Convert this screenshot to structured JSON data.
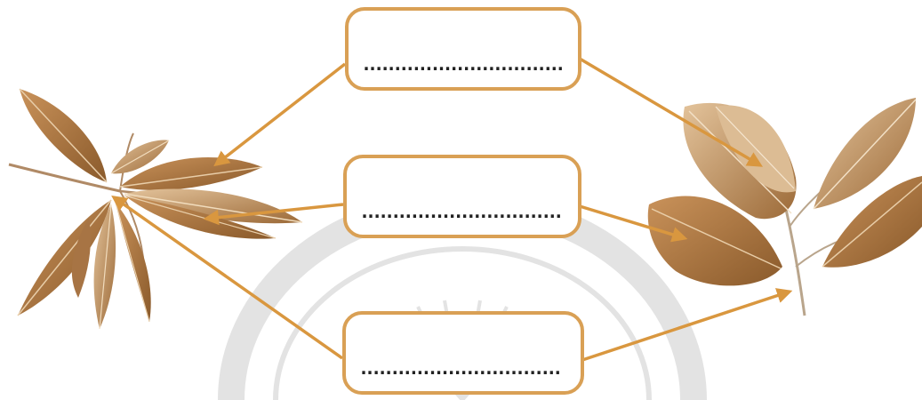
{
  "colors": {
    "box_border": "#d9a055",
    "arrow": "#d9973f",
    "leaf_dark": "#8a5a2b",
    "leaf_mid": "#b07a45",
    "leaf_light": "#d8b48a",
    "watermark": "#dcdcdc"
  },
  "labels": [
    {
      "id": "top",
      "text": "................................"
    },
    {
      "id": "middle",
      "text": "................................"
    },
    {
      "id": "bottom",
      "text": "................................"
    }
  ],
  "images": {
    "left": "mango-leaf-branch",
    "right": "broad-leaf-branch"
  }
}
